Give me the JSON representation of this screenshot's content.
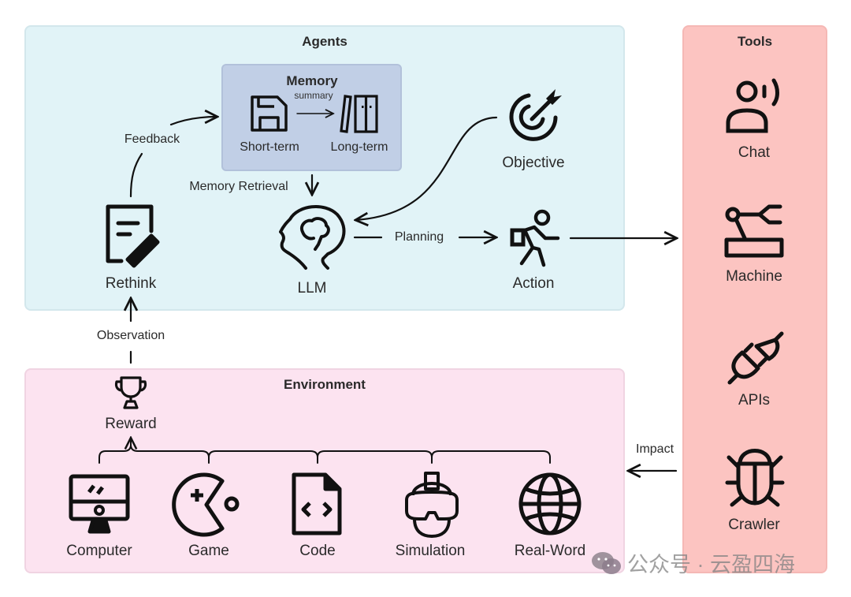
{
  "groups": {
    "agents": {
      "title": "Agents",
      "color": "#e1f3f7"
    },
    "environment": {
      "title": "Environment",
      "color": "#fce3f0"
    },
    "tools": {
      "title": "Tools",
      "color": "#fcc4c1"
    },
    "memory": {
      "title": "Memory",
      "color": "#c1cfe6"
    }
  },
  "memory": {
    "short_term": "Short-term",
    "long_term": "Long-term",
    "summary_label": "summary"
  },
  "agents": {
    "rethink": "Rethink",
    "llm": "LLM",
    "objective": "Objective",
    "action": "Action"
  },
  "edges": {
    "feedback": "Feedback",
    "memory_retrieval": "Memory Retrieval",
    "planning": "Planning",
    "observation": "Observation",
    "impact": "Impact"
  },
  "environment": {
    "reward": "Reward",
    "items": [
      {
        "label": "Computer",
        "icon": "computer-icon"
      },
      {
        "label": "Game",
        "icon": "pacman-game-icon"
      },
      {
        "label": "Code",
        "icon": "code-file-icon"
      },
      {
        "label": "Simulation",
        "icon": "vr-headset-icon"
      },
      {
        "label": "Real-Word",
        "icon": "globe-icon"
      }
    ]
  },
  "tools": {
    "items": [
      {
        "label": "Chat",
        "icon": "speaking-person-icon"
      },
      {
        "label": "Machine",
        "icon": "robot-arm-icon"
      },
      {
        "label": "APIs",
        "icon": "plug-icon"
      },
      {
        "label": "Crawler",
        "icon": "bug-icon"
      }
    ]
  },
  "watermark": "公众号 · 云盈四海"
}
